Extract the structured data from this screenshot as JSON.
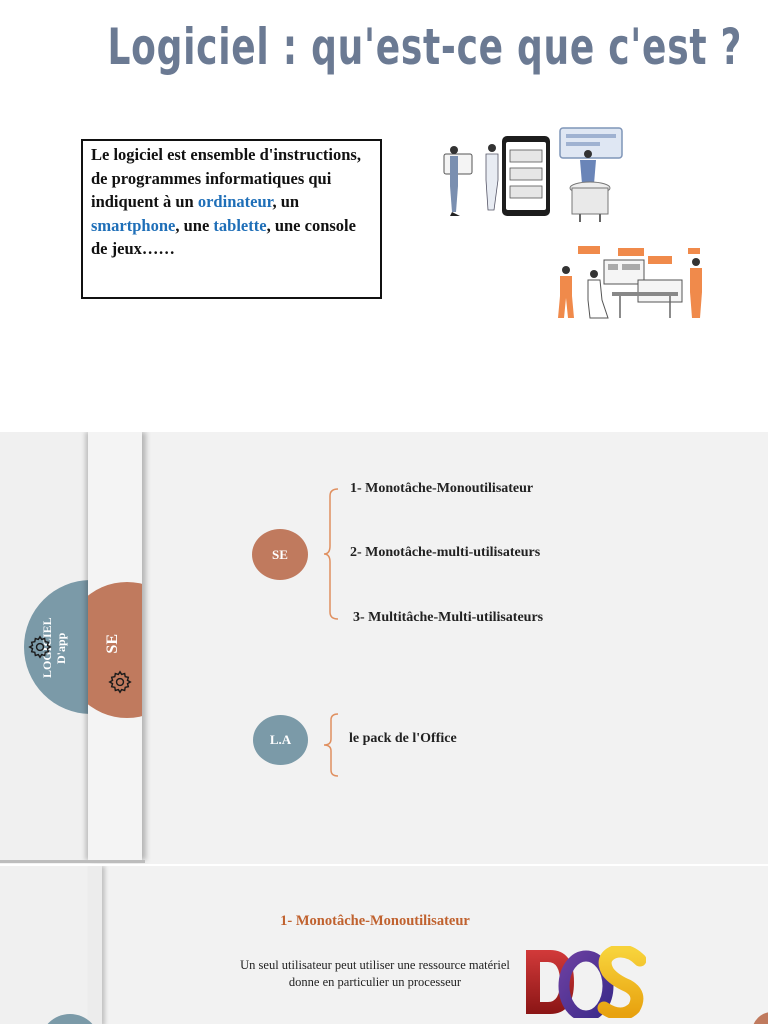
{
  "slide1": {
    "title": "Logiciel : qu'est-ce que c'est ?",
    "definition": {
      "line1": "Le logiciel est ensemble d'instructions, de programmes informatiques qui indiquent à un ",
      "ordinateur": "ordinateur",
      "sep1": ", un ",
      "smartphone": "smartphone",
      "sep2": ", une ",
      "tablette": "tablette",
      "end": ", une console de jeux……"
    }
  },
  "slide2": {
    "left_label_1": "LOGICIEL",
    "left_label_2": "D'app",
    "mid_label": "SE",
    "node_se": "SE",
    "node_la": "L.A",
    "se_items": [
      "1- Monotâche-Monoutilisateur",
      "2- Monotâche-multi-utilisateurs",
      "3- Multitâche-Multi-utilisateurs"
    ],
    "la_items": [
      "le pack de l'Office"
    ]
  },
  "slide3": {
    "title": "1- Monotâche-Monoutilisateur",
    "text": "Un seul utilisateur peut utiliser une ressource matériel donne en particulier un processeur",
    "logo_text": "DOS"
  },
  "colors": {
    "title": "#6b7a93",
    "blue_link": "#1f6fb8",
    "orange": "#c07a5e",
    "slate_blue": "#7b9aa8",
    "slide3_title": "#c0622f"
  },
  "icons": [
    "gear-icon",
    "brace-icon",
    "people-shopping-illustration",
    "team-meeting-illustration",
    "dos-logo"
  ]
}
